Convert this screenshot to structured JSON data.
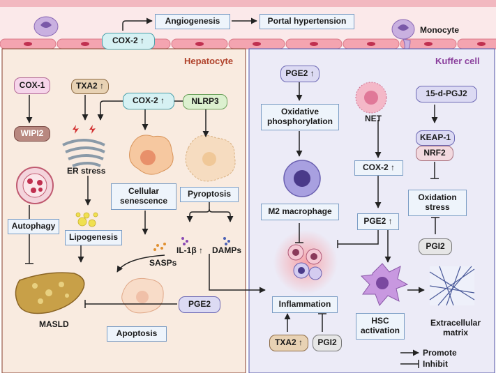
{
  "regions": {
    "hepatocyte_title": "Hepatocyte",
    "kuffer_title": "Kuffer cell"
  },
  "vessel": {
    "cox2": "COX-2 ↑",
    "angiogenesis": "Angiogenesis",
    "portal_hypertension": "Portal hypertension",
    "monocyte": "Monocyte"
  },
  "hepatocyte": {
    "cox1": "COX-1",
    "wipi2": "WIPI2",
    "autophagy": "Autophagy",
    "txa2": "TXA2 ↑",
    "er_stress": "ER stress",
    "lipogenesis": "Lipogenesis",
    "cox2": "COX-2 ↑",
    "nlrp3": "NLRP3",
    "cellular_senescence": "Cellular senescence",
    "pyroptosis": "Pyroptosis",
    "sasps": "SASPs",
    "il1b": "IL-1β ↑",
    "damps": "DAMPs",
    "masld": "MASLD",
    "apoptosis": "Apoptosis",
    "pge2": "PGE2"
  },
  "kuffer": {
    "pge2_top": "PGE2 ↑",
    "oxphos": "Oxidative phosphorylation",
    "m2": "M2 macrophage",
    "net": "NET",
    "cox2": "COX-2 ↑",
    "pge2_mid": "PGE2 ↑",
    "pgj2": "15-d-PGJ2",
    "keap1": "KEAP-1",
    "nrf2": "NRF2",
    "oxidation_stress": "Oxidation stress",
    "pgi2_right": "PGI2",
    "inflammation": "Inflammation",
    "txa2": "TXA2 ↑",
    "pgi2_bottom": "PGI2",
    "hsc": "HSC activation",
    "ecm": "Extracellular matrix"
  },
  "legend": {
    "promote": "Promote",
    "inhibit": "Inhibit"
  },
  "colors": {
    "vessel_wall": "#e89aa8",
    "vessel_lumen": "#fbe9ea",
    "hepatocyte_bg": "#f9ebe0",
    "hepatocyte_border": "#9a5a4a",
    "kuffer_bg": "#ecebf7",
    "kuffer_border": "#6a6ab4"
  }
}
